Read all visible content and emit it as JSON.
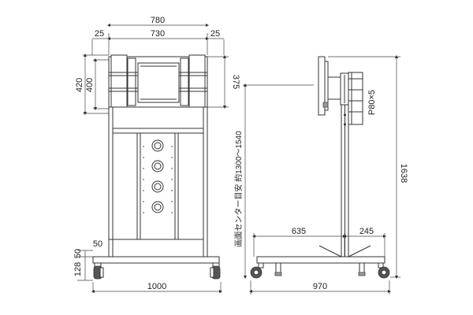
{
  "front_view": {
    "overall_width": "780",
    "inner_width": "730",
    "side_left": "25",
    "side_right": "25",
    "bracket_height_outer": "420",
    "bracket_height_inner": "400",
    "bracket_height_right": "375",
    "base_offset": "50",
    "base_height_a": "128",
    "base_height_b": "50",
    "base_width": "1000"
  },
  "side_view": {
    "center_height_label": "画面センター目安 約1300～1540",
    "pipe_label": "P80×5",
    "total_height": "1638",
    "front_depth": "635",
    "rear_depth": "245",
    "base_depth": "970"
  }
}
